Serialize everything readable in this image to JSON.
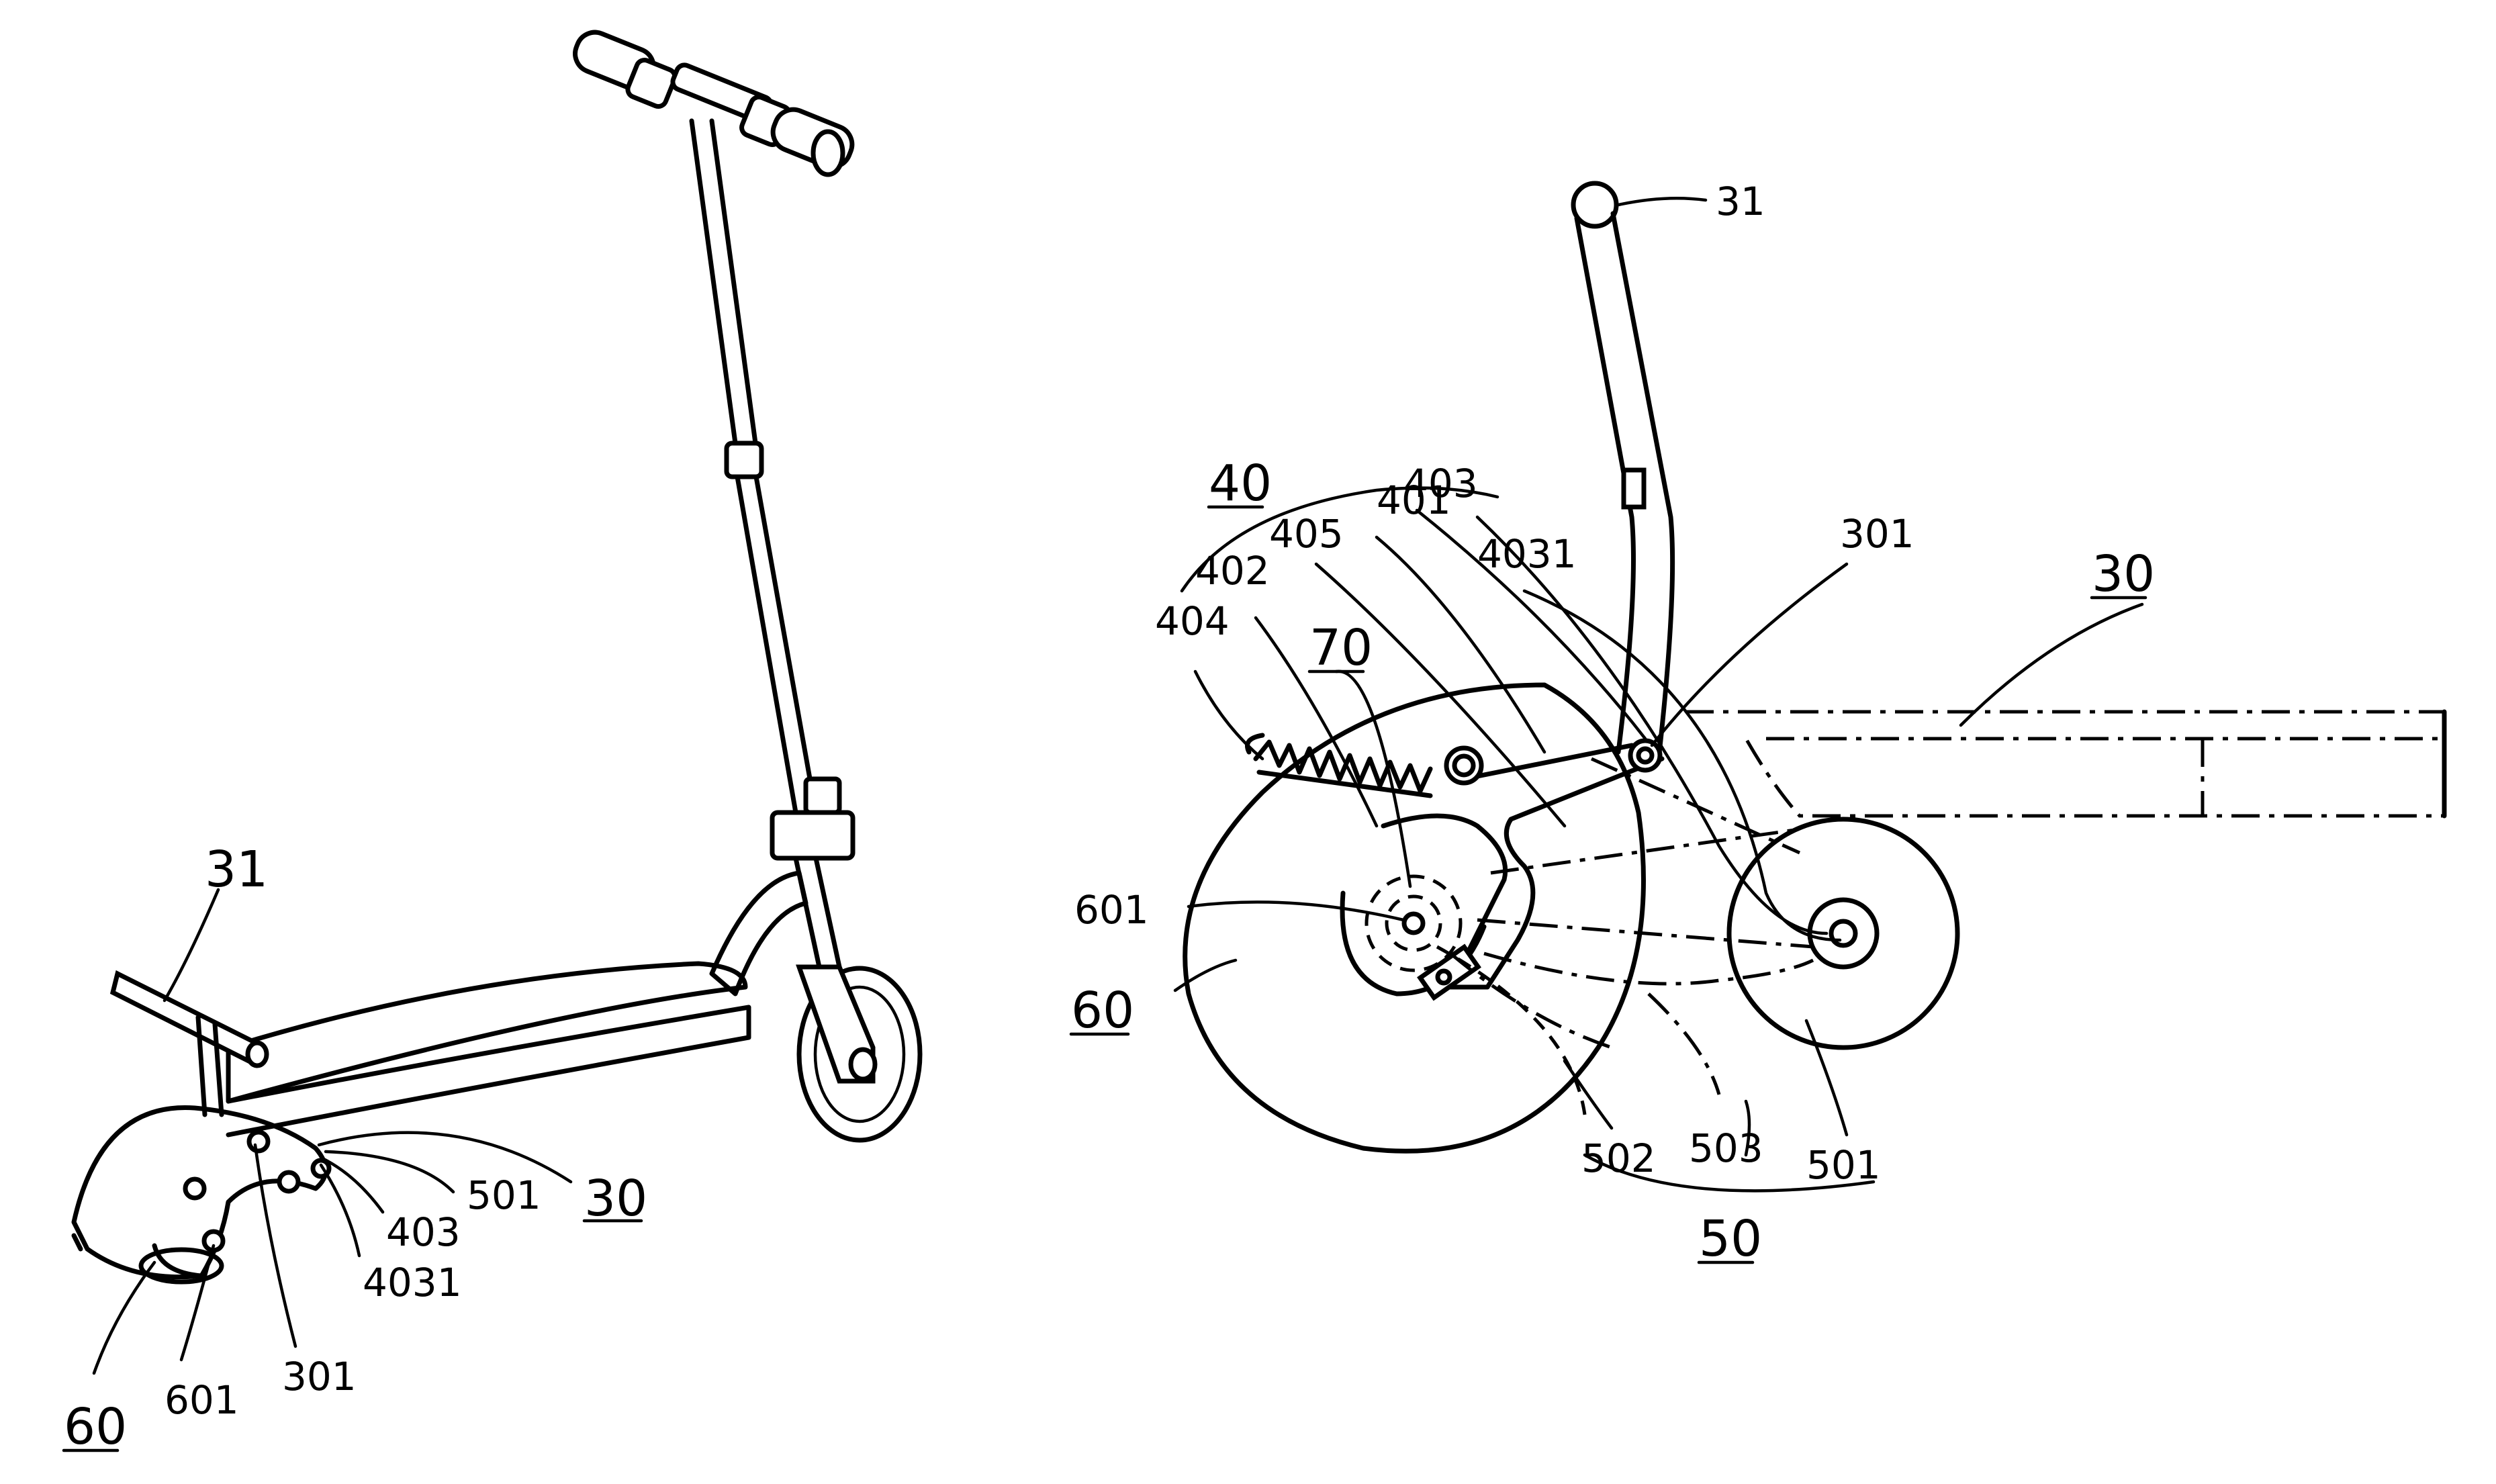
{
  "figure_left": {
    "labels": {
      "handle": "31",
      "deck": "30",
      "pivot": "301",
      "link": "403",
      "link_hole": "4031",
      "small_wheel": "501",
      "rear_wheel": "60",
      "rear_axle": "601"
    }
  },
  "figure_right": {
    "labels": {
      "handle": "31",
      "assembly": "40",
      "arm_401": "401",
      "arm_402": "402",
      "link": "403",
      "link_hole": "4031",
      "spring": "404",
      "pin": "405",
      "stop": "70",
      "pivot": "301",
      "deck": "30",
      "rear_axle": "601",
      "rear_wheel": "60",
      "part_502": "502",
      "part_503": "503",
      "small_wheel": "501",
      "wheel_group": "50"
    }
  }
}
